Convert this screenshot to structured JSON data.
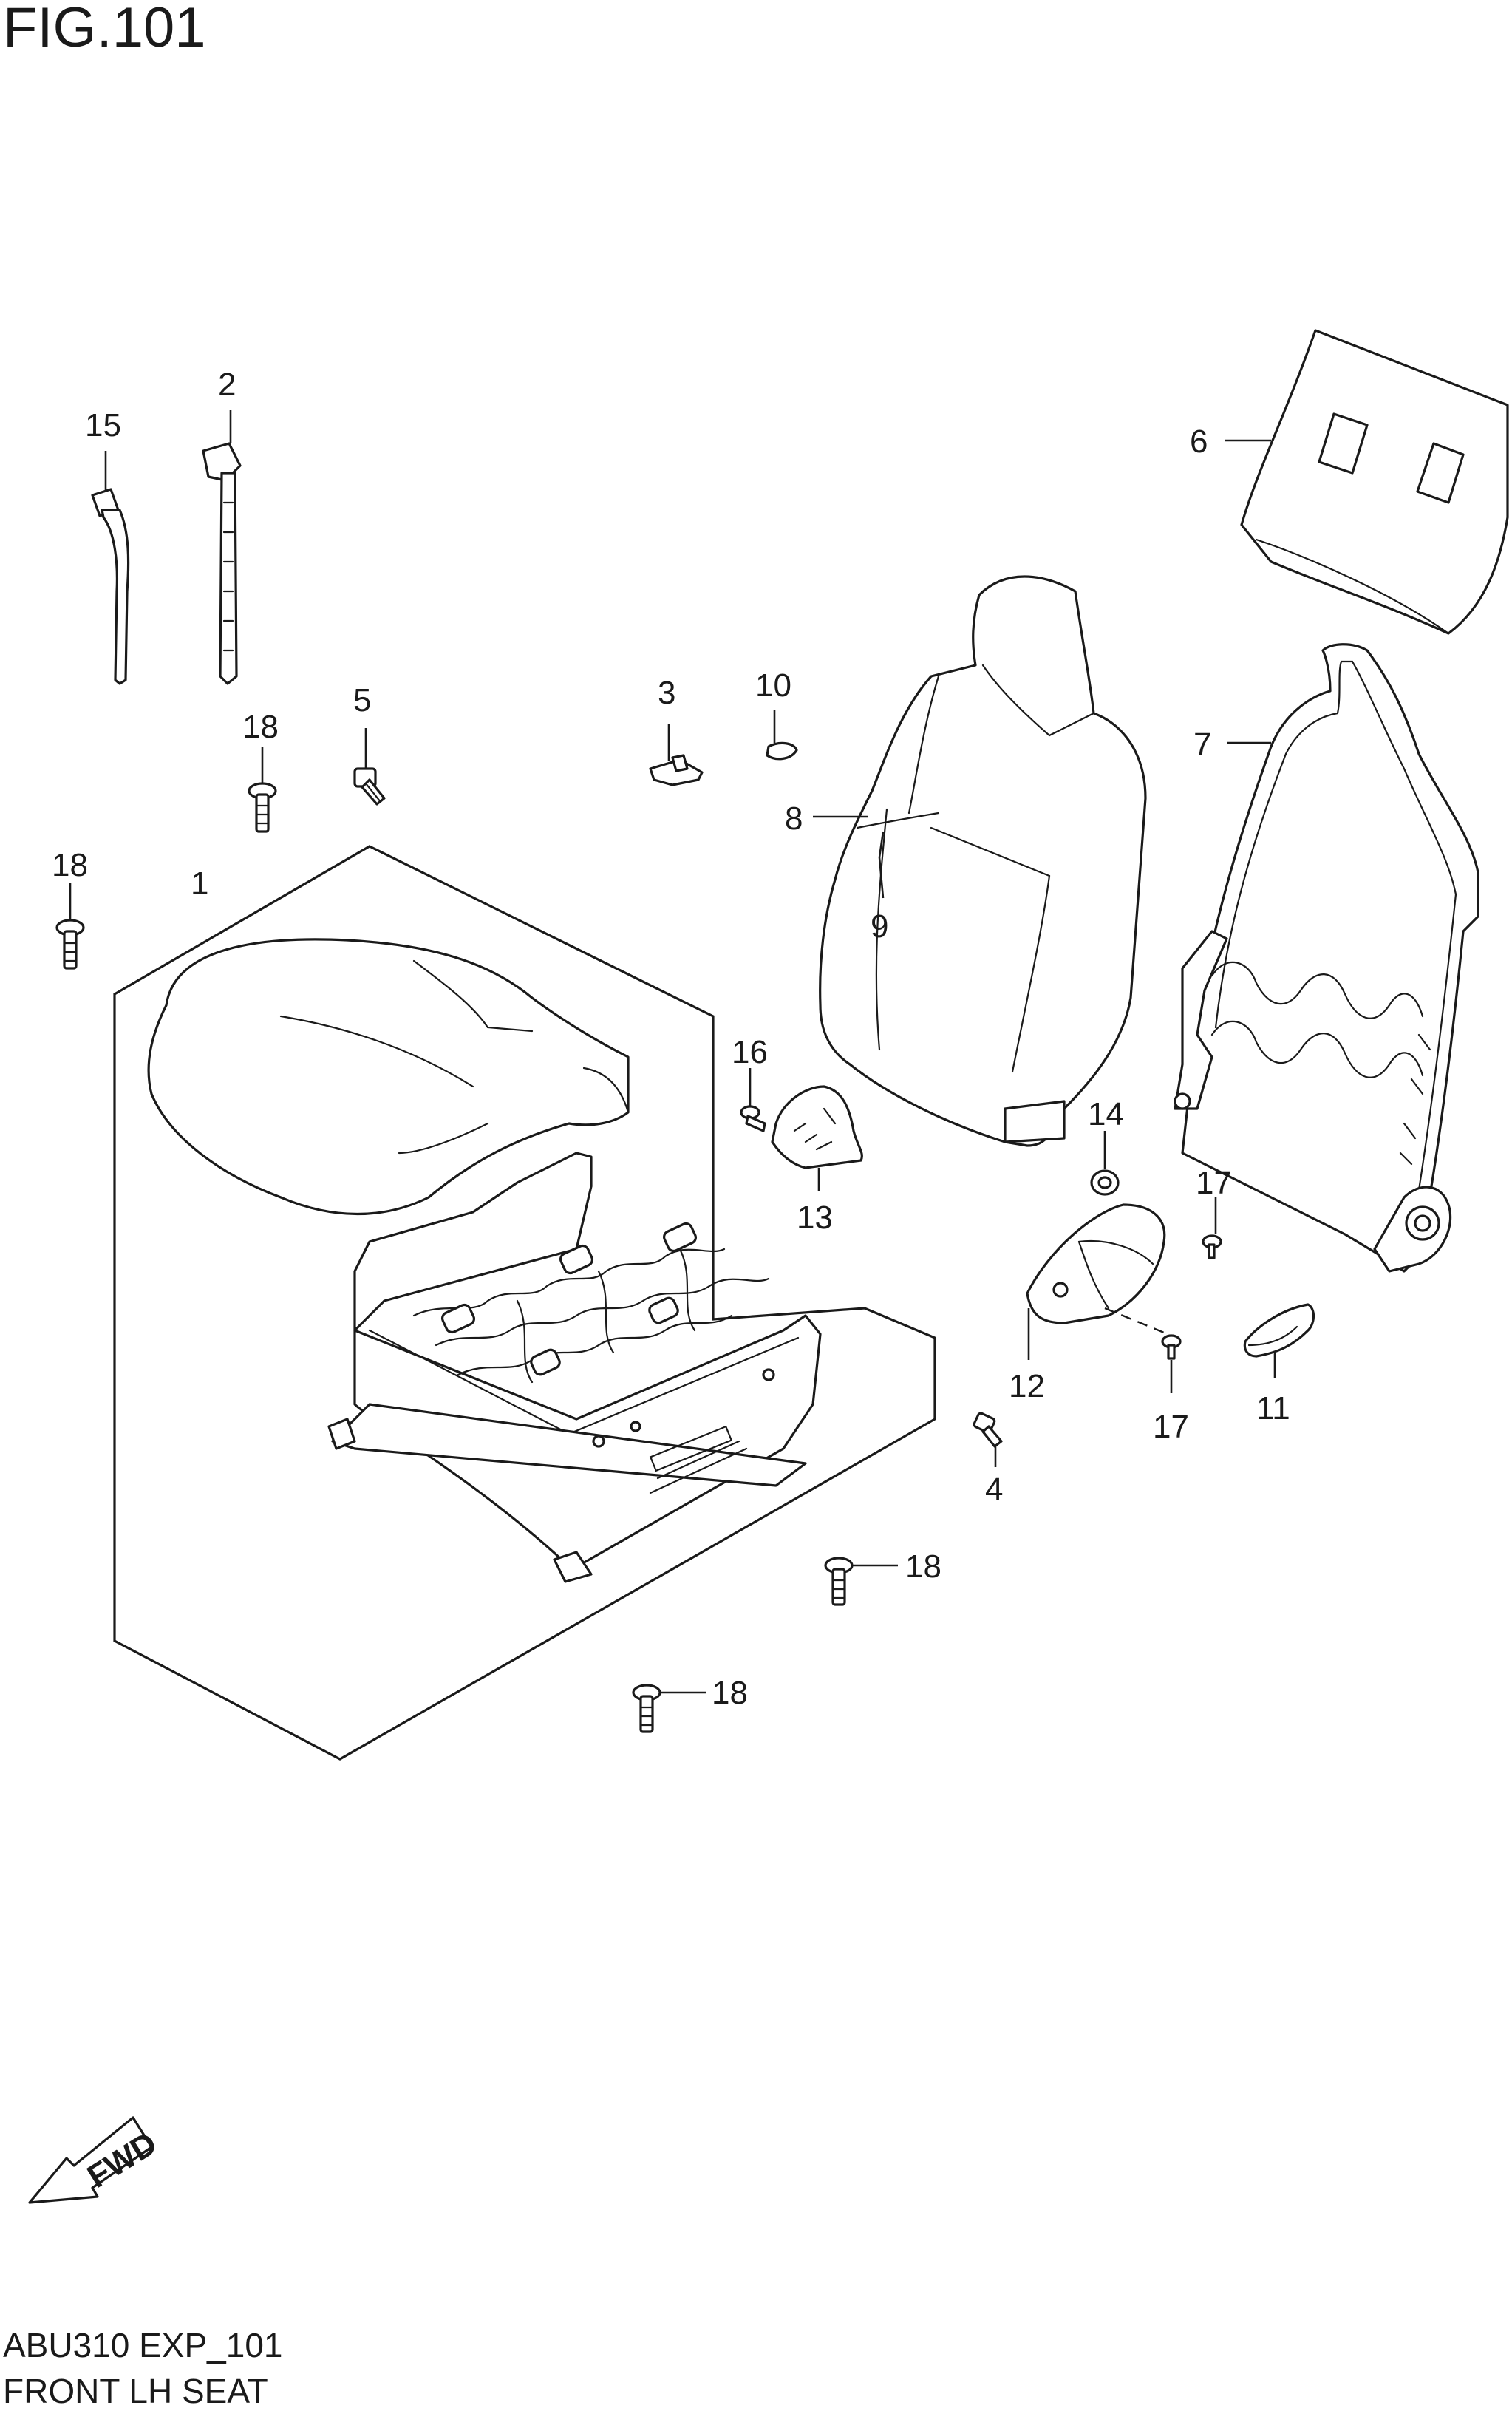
{
  "figure": {
    "title": "FIG.101",
    "code": "ABU310 EXP_101",
    "caption": "FRONT LH SEAT",
    "fwd_label": "FWD"
  },
  "callouts": {
    "c1": "1",
    "c2": "2",
    "c3": "3",
    "c4": "4",
    "c5": "5",
    "c6": "6",
    "c7": "7",
    "c8": "8",
    "c9": "9",
    "c10": "10",
    "c11": "11",
    "c12": "12",
    "c13": "13",
    "c14": "14",
    "c15": "15",
    "c16": "16",
    "c17a": "17",
    "c17b": "17",
    "c18a": "18",
    "c18b": "18",
    "c18c": "18",
    "c18d": "18"
  }
}
